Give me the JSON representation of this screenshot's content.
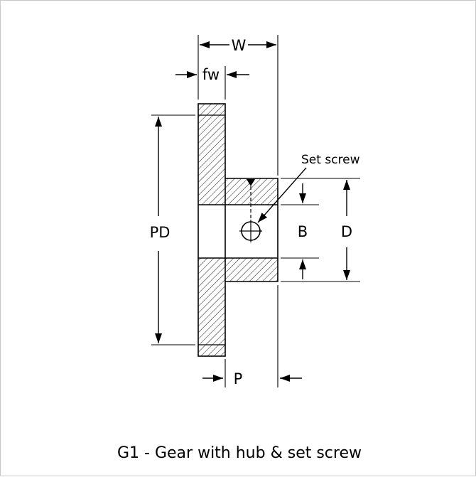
{
  "figure": {
    "caption": "G1 - Gear with hub & set screw",
    "caption_color": "#3B3BC9",
    "line_color": "#000000",
    "background_color": "#FFFFFF",
    "annotations": {
      "set_screw": "Set screw"
    },
    "dimensions": {
      "overall_width": "W",
      "face_width": "fw",
      "pitch_diameter": "PD",
      "bore_diameter": "B",
      "hub_diameter": "D",
      "hub_projection": "P"
    }
  }
}
